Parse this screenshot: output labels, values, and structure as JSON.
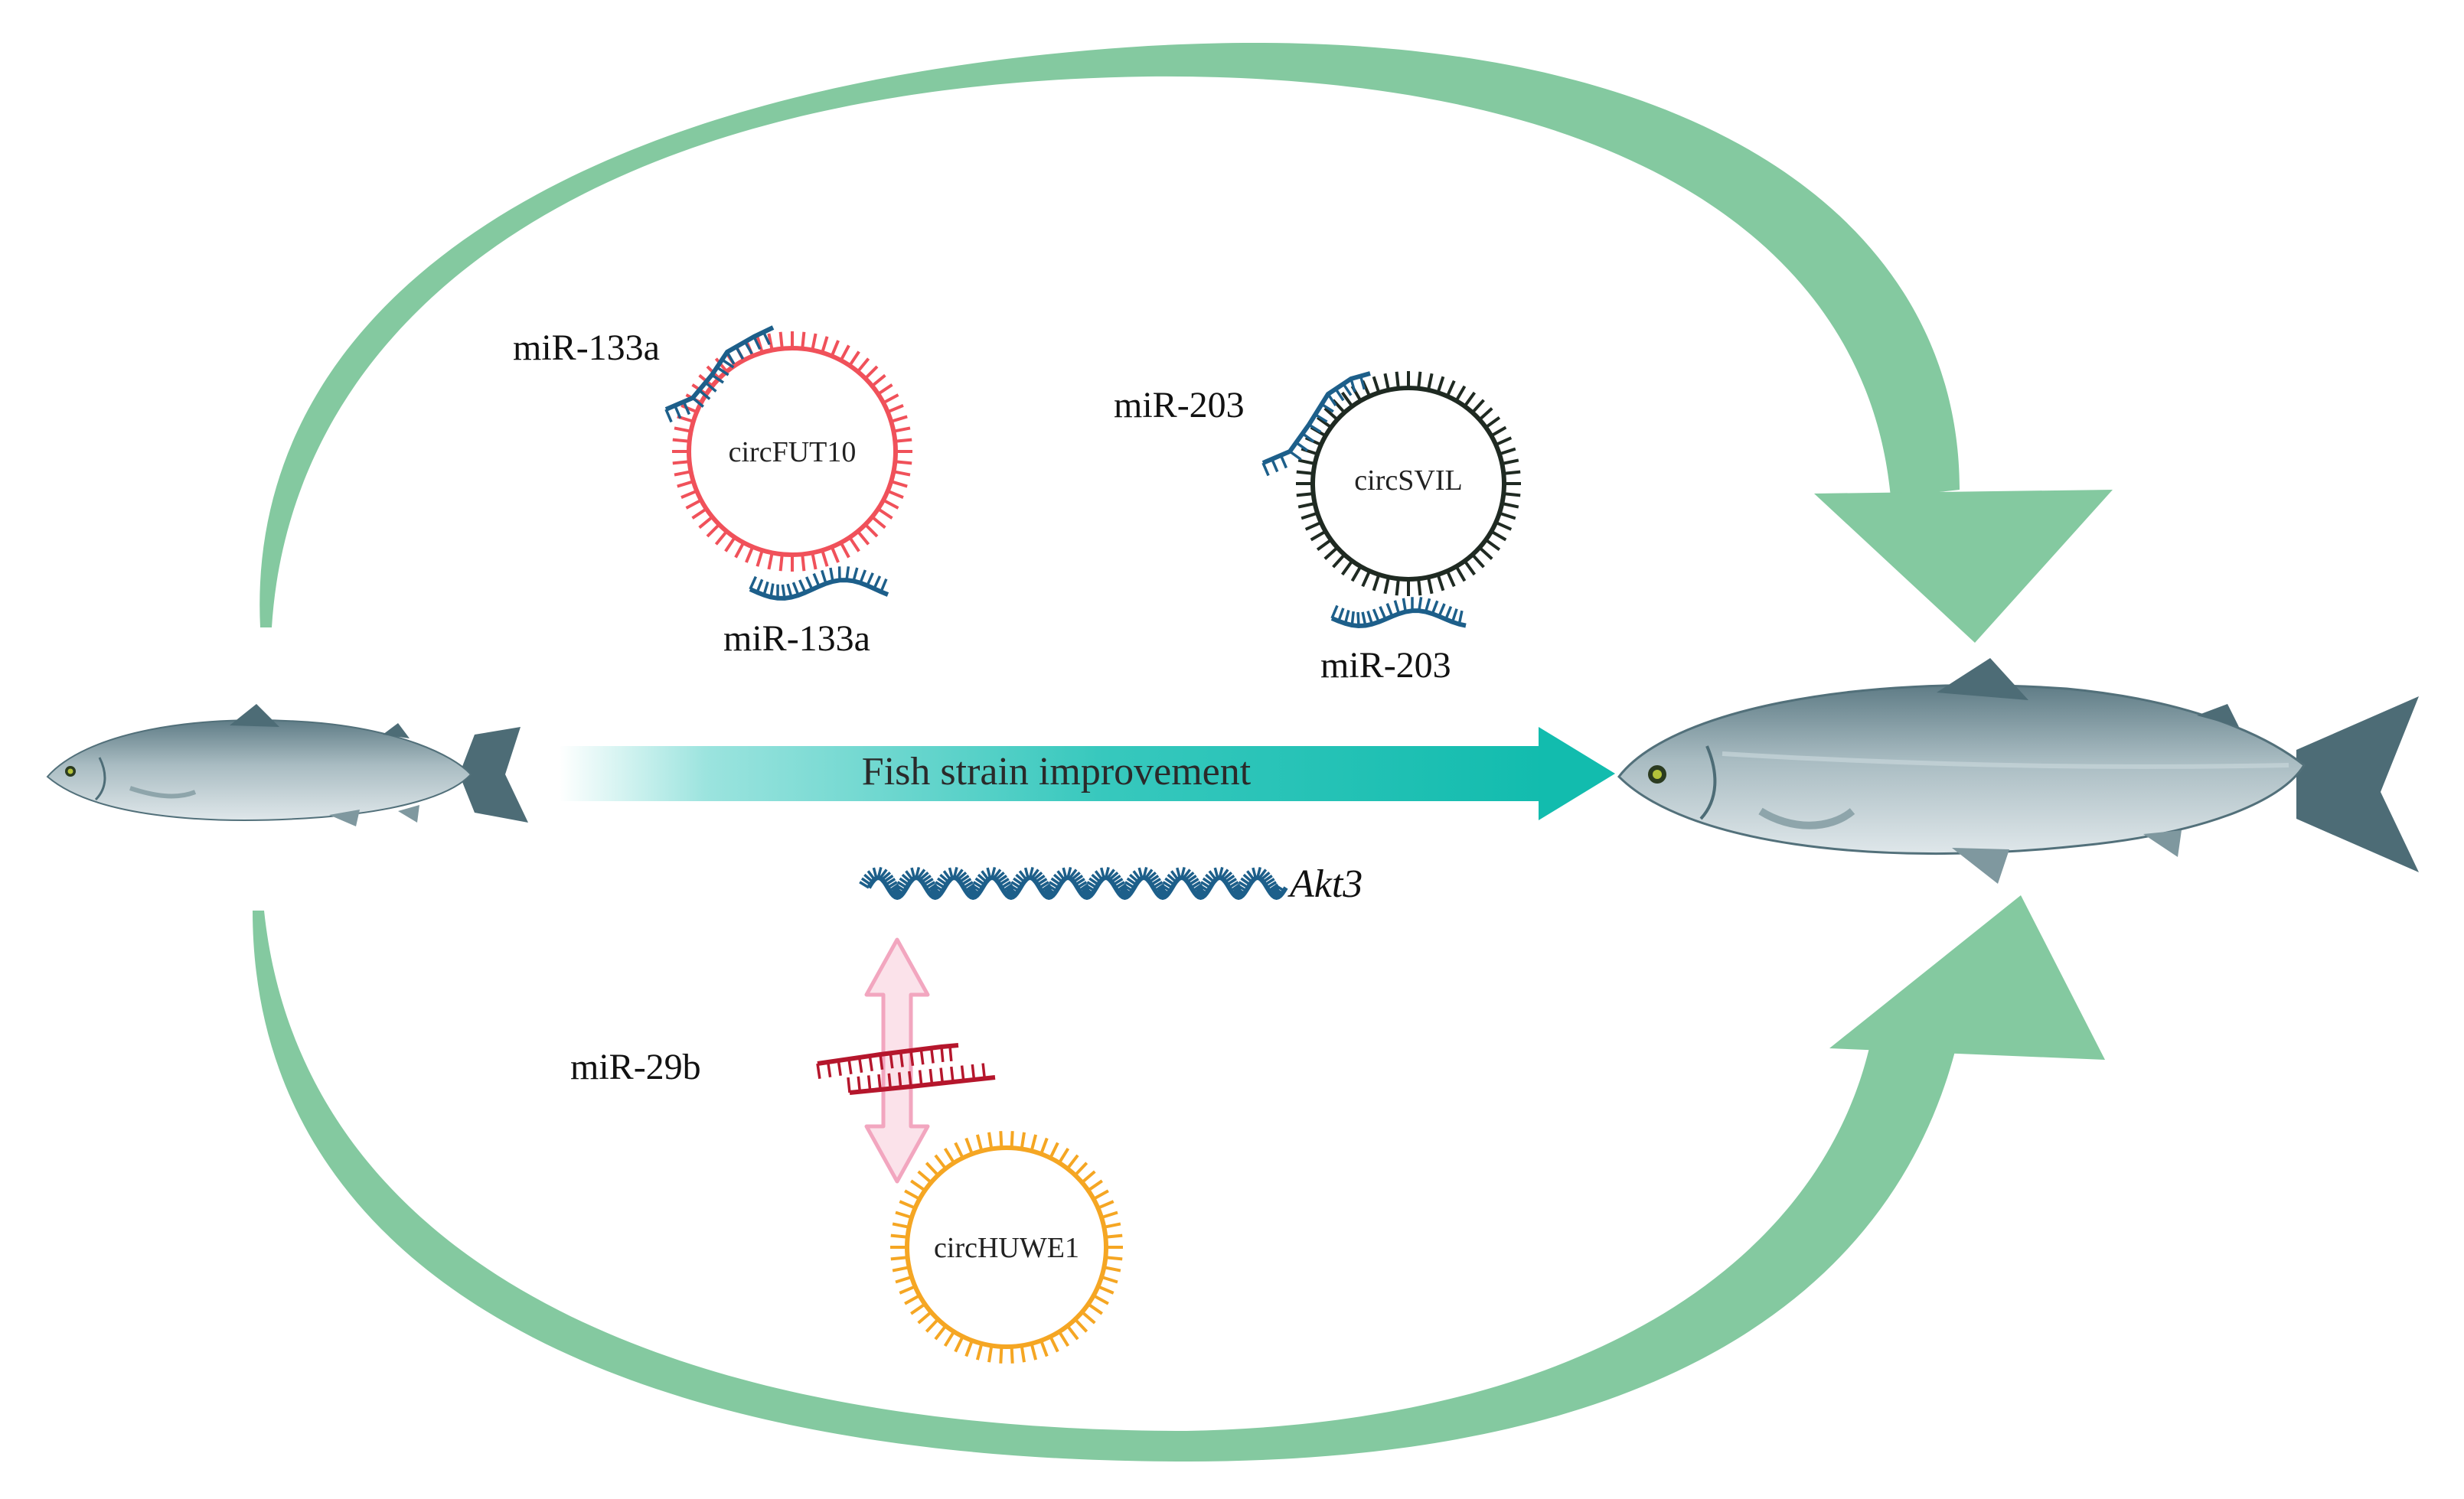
{
  "labels": {
    "mir133a_top": "miR-133a",
    "mir133a_bottom": "miR-133a",
    "circfut10": "circFUT10",
    "mir203_top": "miR-203",
    "mir203_bottom": "miR-203",
    "circsvil": "circSVIL",
    "main_arrow": "Fish strain improvement",
    "akt3": "Akt3",
    "mir29b": "miR-29b",
    "circhuwe1": "circHUWE1"
  },
  "colors": {
    "cycle_arrow": "#84c9a0",
    "main_arrow": "#21c2b6",
    "mirna_blue": "#1d5f8a",
    "circfut10": "#f0515a",
    "circsvil": "#1f2a22",
    "mir29b": "#b5162c",
    "circhuwe1": "#f5a623",
    "double_arrow_fill": "#fbe2ea",
    "double_arrow_stroke": "#f2a6bf",
    "fish_body": "#a9bcc2",
    "fish_back": "#6f8a93",
    "fish_fin": "#4d6c76"
  },
  "icons": [
    "small-salmon-icon",
    "large-salmon-icon",
    "circular-rna-icon",
    "mirna-strand-icon",
    "mrna-helix-icon",
    "double-arrow-icon"
  ]
}
